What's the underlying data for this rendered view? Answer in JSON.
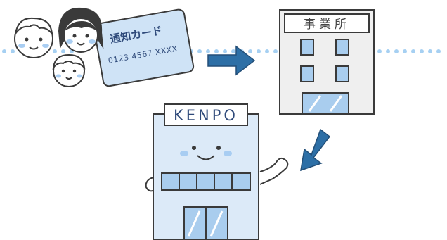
{
  "card": {
    "title": "通知カード",
    "number": "0123 4567 XXXX"
  },
  "office": {
    "sign": "事業所"
  },
  "kenpo": {
    "sign": "KENPO"
  },
  "colors": {
    "outline": "#3a3a3a",
    "card_fill": "#cfe3f6",
    "building_fill": "#dceaf8",
    "office_fill": "#efefef",
    "window_fill": "#a9cdee",
    "arrow": "#2d6fa6",
    "dots": "#a6d0f2",
    "cheeks": "#a8cdf2"
  },
  "icons": [
    "family-icon",
    "notification-card-icon",
    "arrow-right-icon",
    "office-building-icon",
    "arrow-down-left-icon",
    "kenpo-building-icon"
  ]
}
